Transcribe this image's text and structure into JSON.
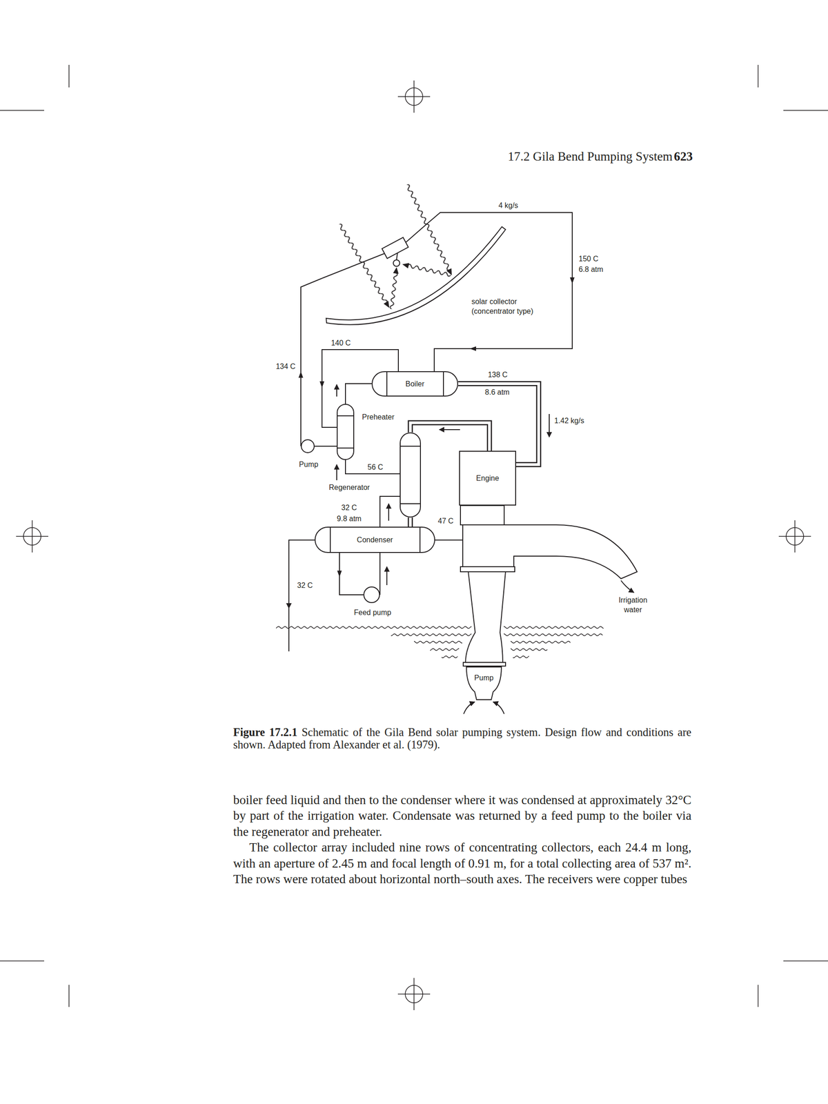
{
  "diagram": {
    "caption": "Figure 17.2.1 Schematic of the Gila Bend solar pumping system. Design flow and conditions are shown. Adapted from Alexander et al. (1979).",
    "nodes": [
      {
        "text": [
          "solar collector (concentrator type)"
        ]
      },
      {
        "text": [
          "Boiler"
        ]
      },
      {
        "text": [
          "Preheater"
        ]
      },
      {
        "text": [
          "Pump"
        ]
      },
      {
        "text": [
          "Engine"
        ]
      },
      {
        "text": [
          "Regenerator"
        ]
      },
      {
        "text": [
          "Condenser"
        ]
      },
      {
        "text": [
          "Feed pump"
        ]
      },
      {
        "text": [
          "Pump"
        ]
      }
    ],
    "edges": [
      {
        "from": 3,
        "to": 0,
        "arrow": "to"
      },
      {
        "from": 0,
        "to": 1,
        "arrow": "to"
      },
      {
        "from": 1,
        "to": 2,
        "arrow": "to"
      },
      {
        "from": 2,
        "to": 3,
        "arrow": "none"
      },
      {
        "from": 2,
        "to": 1,
        "arrow": "none"
      },
      {
        "from": 1,
        "to": 4,
        "arrow": "none"
      },
      {
        "from": 4,
        "to": 5,
        "arrow": "none"
      },
      {
        "from": 5,
        "to": 2,
        "arrow": "none"
      },
      {
        "from": 5,
        "to": 6,
        "arrow": "none"
      },
      {
        "from": 6,
        "to": 5,
        "arrow": "none"
      },
      {
        "from": 6,
        "to": 7,
        "arrow": "to"
      },
      {
        "from": 7,
        "to": 6,
        "arrow": "none"
      }
    ],
    "labels": [
      "17.2 Gila Bend Pumping System",
      "623",
      "4 kg/s",
      "150 C",
      "6.8 atm",
      "140 C",
      "134 C",
      "138 C",
      "8.6 atm",
      "1.42 kg/s",
      "56 C",
      "32 C",
      "9.8 atm",
      "47 C",
      "32 C",
      "Irrigation water",
      "boiler feed liquid and then to the condenser where it was condensed at approximately 32°C by part of the irrigation water. Condensate was returned by a feed pump to the boiler via the regenerator and preheater.",
      "The collector array included nine rows of concentrating collectors, each 24.4 m long, with an aperture of 2.45 m and focal length of 0.91 m, for a total collecting area of 537 m². The rows were rotated about horizontal north–south axes. The receivers were copper tubes"
    ]
  }
}
